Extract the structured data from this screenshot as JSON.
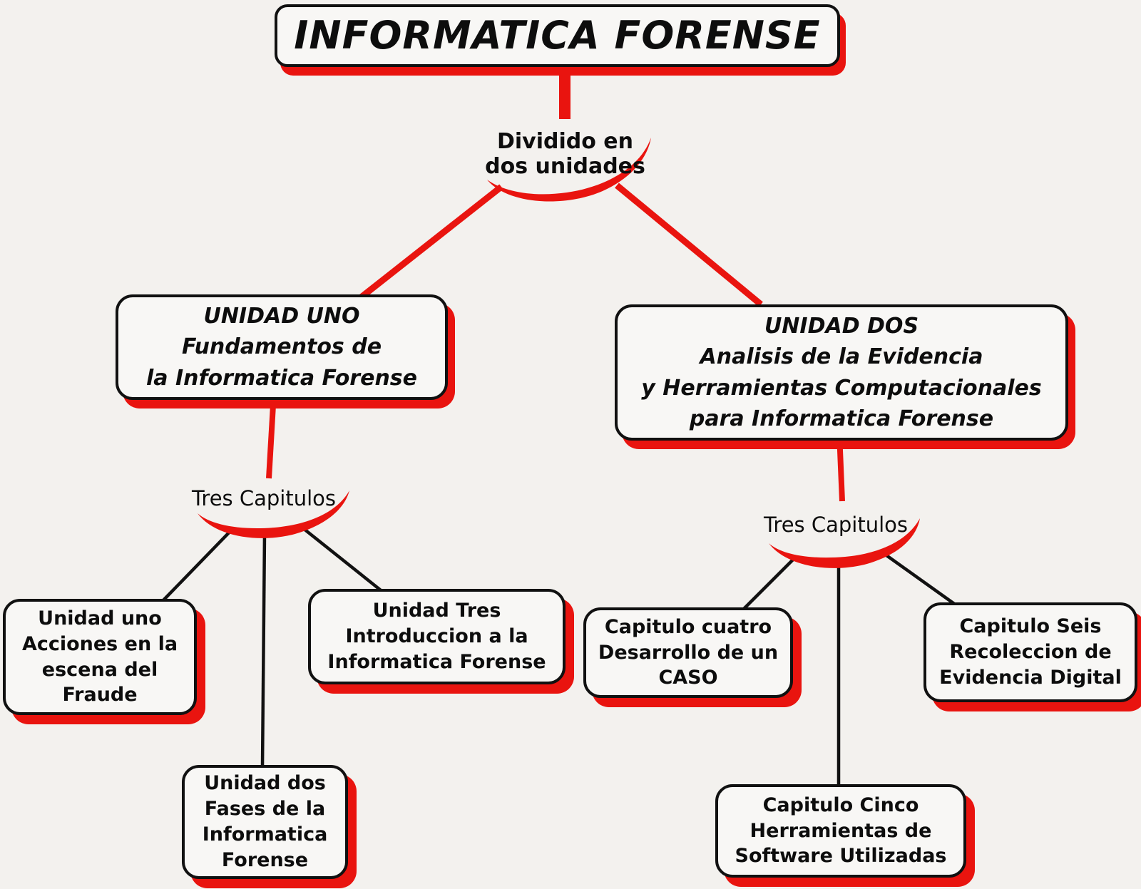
{
  "colors": {
    "red": "#e9140f",
    "ink": "#111111",
    "bg": "#f3f1ee",
    "node-fill": "#f8f7f5"
  },
  "root": {
    "title": "INFORMATICA FORENSE"
  },
  "labels": {
    "dividido": {
      "lines": [
        "Dividido en",
        "dos unidades"
      ]
    },
    "tres_left": "Tres Capitulos",
    "tres_right": "Tres Capitulos"
  },
  "units": [
    {
      "lines": [
        "UNIDAD UNO",
        "Fundamentos de",
        "la Informatica Forense"
      ]
    },
    {
      "lines": [
        "UNIDAD DOS",
        "Analisis de la Evidencia",
        "y Herramientas Computacionales",
        "para Informatica Forense"
      ]
    }
  ],
  "chapters": [
    {
      "lines": [
        "Unidad uno",
        "Acciones en la",
        "escena del",
        "Fraude"
      ]
    },
    {
      "lines": [
        "Unidad dos",
        "Fases de la",
        "Informatica",
        "Forense"
      ]
    },
    {
      "lines": [
        "Unidad Tres",
        "Introduccion a la",
        "Informatica Forense"
      ]
    },
    {
      "lines": [
        "Capitulo cuatro",
        "Desarrollo de un",
        "CASO"
      ]
    },
    {
      "lines": [
        "Capitulo Cinco",
        "Herramientas de",
        "Software Utilizadas"
      ]
    },
    {
      "lines": [
        "Capitulo Seis",
        "Recoleccion de",
        "Evidencia Digital"
      ]
    }
  ]
}
